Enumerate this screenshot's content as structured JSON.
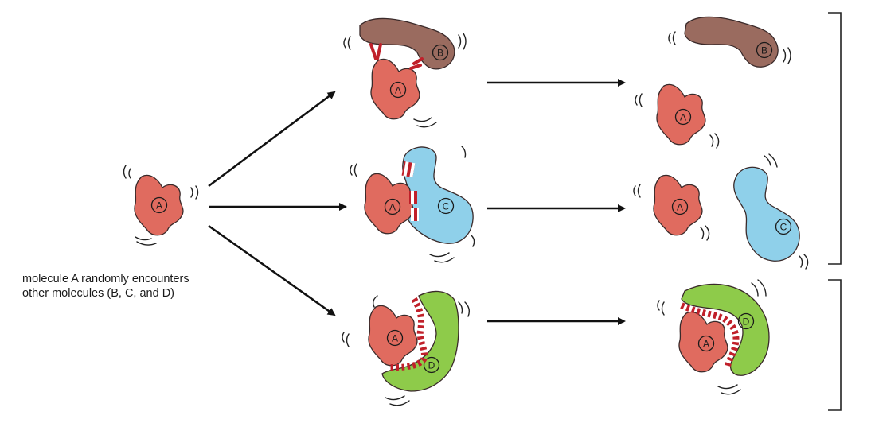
{
  "caption": {
    "line1": "molecule A randomly encounters",
    "line2": "other molecules (B, C, and D)"
  },
  "labels": {
    "a": "A",
    "b": "B",
    "c": "C",
    "d": "D"
  },
  "colors": {
    "molecule_a": "#e06b5f",
    "molecule_b": "#9a6b5f",
    "molecule_c": "#8fd0ea",
    "molecule_d": "#8ecb4a",
    "bond": "#c0202a",
    "outline": "#3a2a2a"
  }
}
